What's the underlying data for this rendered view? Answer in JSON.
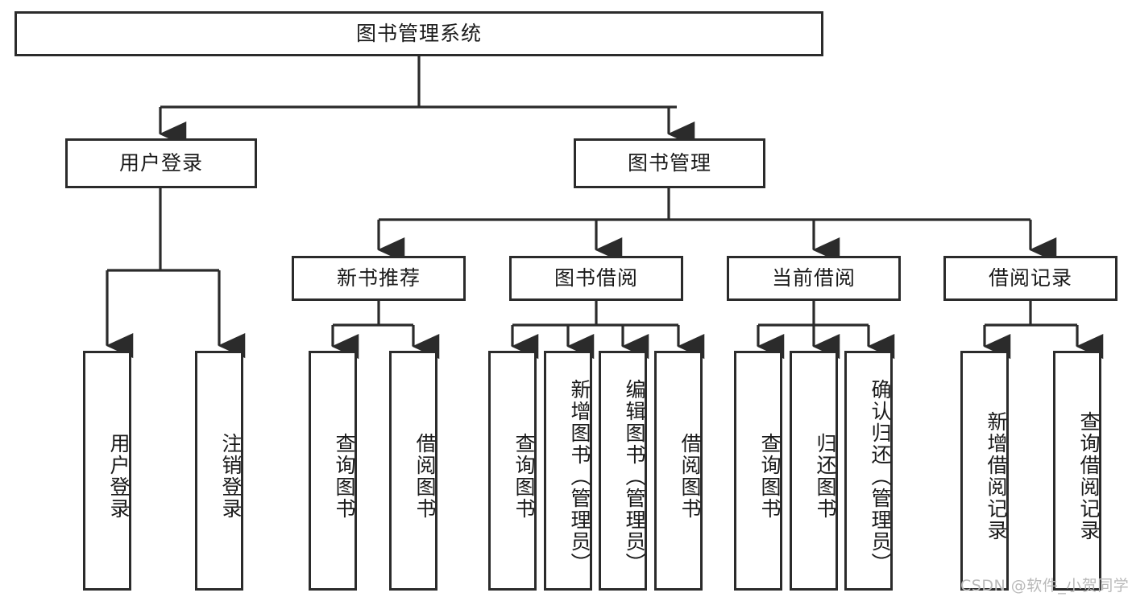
{
  "diagram": {
    "title": "图书管理系统",
    "type": "tree-hierarchy",
    "stroke_color": "#2b2b2b",
    "fill_color": "#ffffff",
    "background": "#ffffff",
    "levels": 4
  },
  "root": {
    "label": "图书管理系统"
  },
  "level2": [
    {
      "label": "用户登录"
    },
    {
      "label": "图书管理"
    }
  ],
  "level3": [
    {
      "label": "新书推荐"
    },
    {
      "label": "图书借阅"
    },
    {
      "label": "当前借阅"
    },
    {
      "label": "借阅记录"
    }
  ],
  "leaves": {
    "user_login": [
      {
        "label": "用户登录"
      },
      {
        "label": "注销登录"
      }
    ],
    "new_book": [
      {
        "label": "查询图书"
      },
      {
        "label": "借阅图书"
      }
    ],
    "borrow_book": [
      {
        "label": "查询图书"
      },
      {
        "label": "新增图书（管理员）"
      },
      {
        "label": "编辑图书（管理员）"
      },
      {
        "label": "借阅图书"
      }
    ],
    "current_borrow": [
      {
        "label": "查询图书"
      },
      {
        "label": "归还图书"
      },
      {
        "label": "确认归还（管理员）"
      }
    ],
    "borrow_record": [
      {
        "label": "新增借阅记录"
      },
      {
        "label": "查询借阅记录"
      }
    ]
  },
  "watermark": {
    "text": "CSDN @软件_小贺同学"
  }
}
